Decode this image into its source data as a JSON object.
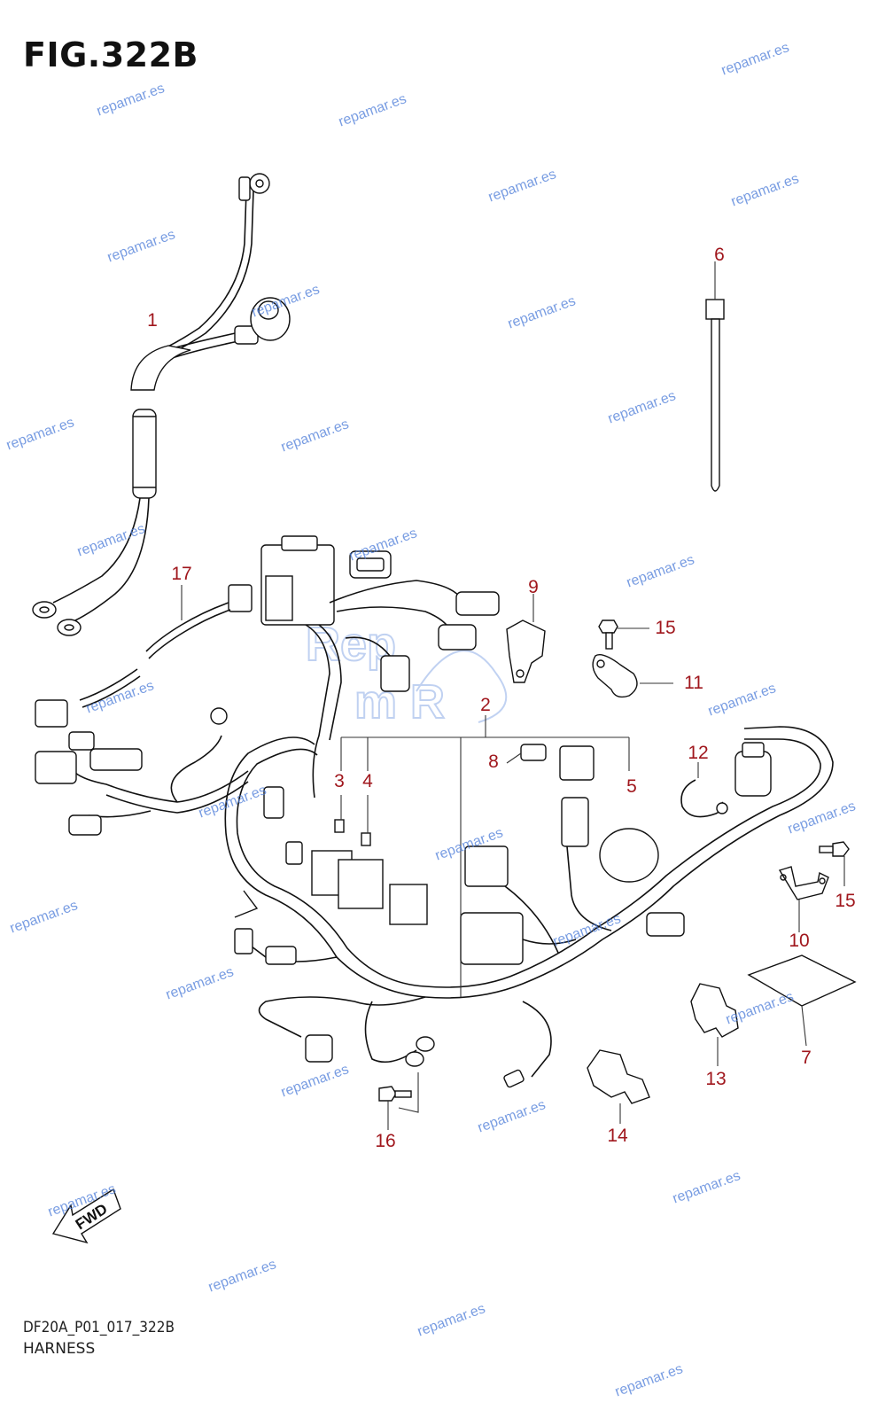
{
  "figure": {
    "title": "FIG.322B",
    "code": "DF20A_P01_017_322B",
    "name": "HARNESS",
    "fwd_label": "FWD",
    "logo_text": "Repamar"
  },
  "callouts": [
    "1",
    "2",
    "3",
    "4",
    "5",
    "6",
    "7",
    "8",
    "9",
    "10",
    "11",
    "12",
    "13",
    "14",
    "15",
    "15",
    "16",
    "17"
  ],
  "watermark": "repamar.es",
  "colors": {
    "callout": "#a0171d",
    "watermark": "#4d7dd9",
    "line": "#111111"
  }
}
